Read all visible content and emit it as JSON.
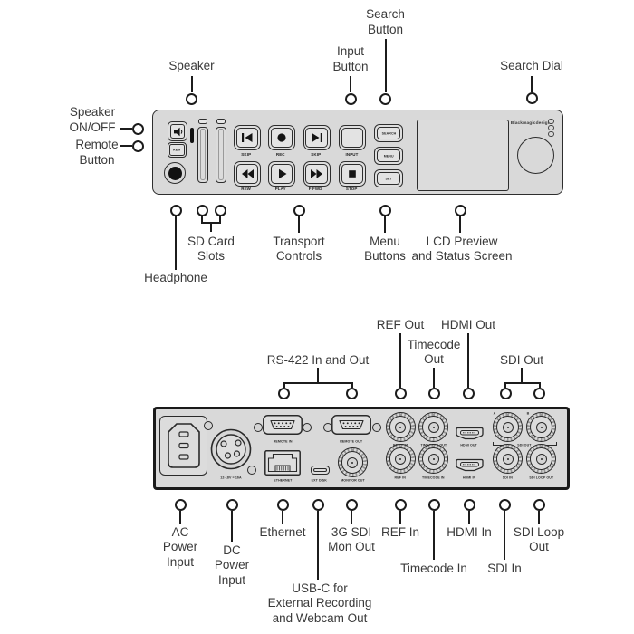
{
  "colors": {
    "panel_fill": "#d9d9d9",
    "panel_border": "#2e2e2e",
    "callout_line": "#1c1c1c",
    "label_text": "#3a3a3a",
    "lcd_fill": "#dcdcdc"
  },
  "front": {
    "panel": {
      "logo": "Blackmagicdesign",
      "rem_button": "REM",
      "search_button": "SEARCH",
      "menu_button": "MENU",
      "set_button": "SET",
      "transport": {
        "skip_back": "SKIP",
        "rec": "REC",
        "skip_fwd": "SKIP",
        "input": "INPUT",
        "rew": "REW",
        "play": "PLAY",
        "ffwd": "F FWD",
        "stop": "STOP"
      }
    },
    "callouts": {
      "speaker": "Speaker",
      "input_button": [
        "Input",
        "Button"
      ],
      "search_button": [
        "Search",
        "Button"
      ],
      "search_dial": "Search Dial",
      "speaker_on_off": [
        "Speaker",
        "ON/OFF"
      ],
      "remote_button": [
        "Remote",
        "Button"
      ],
      "headphone": "Headphone",
      "sd_card_slots": [
        "SD Card",
        "Slots"
      ],
      "transport_controls": [
        "Transport",
        "Controls"
      ],
      "menu_buttons": [
        "Menu",
        "Buttons"
      ],
      "lcd_screen": [
        "LCD Preview",
        "and Status Screen"
      ]
    }
  },
  "rear": {
    "panel": {
      "dc_rating": "12-18V = 16A",
      "remote_in": "REMOTE IN",
      "remote_out": "REMOTE OUT",
      "ethernet": "ETHERNET",
      "ext_disk": "EXT DISK",
      "monitor_out": "MONITOR OUT",
      "ref_out": "REF OUT",
      "timecode_out": "TIMECODE OUT",
      "hdmi_out": "HDMI OUT",
      "sdi_a": "A",
      "sdi_b": "B",
      "sdi_out": "SDI OUT",
      "ref_in": "REF IN",
      "timecode_in": "TIMECODE IN",
      "hdmi_in": "HDMI IN",
      "sdi_in": "SDI IN",
      "sdi_loop_out": "SDI LOOP OUT"
    },
    "callouts": {
      "rs422": "RS-422 In and Out",
      "ref_out": "REF Out",
      "timecode_out": [
        "Timecode",
        "Out"
      ],
      "hdmi_out": "HDMI Out",
      "sdi_out": "SDI Out",
      "ac_power": [
        "AC",
        "Power",
        "Input"
      ],
      "dc_power": [
        "DC",
        "Power",
        "Input"
      ],
      "ethernet": "Ethernet",
      "usb_c": [
        "USB-C for",
        "External Recording",
        "and Webcam Out"
      ],
      "sdi_mon": [
        "3G SDI",
        "Mon Out"
      ],
      "ref_in": "REF In",
      "timecode_in": "Timecode In",
      "hdmi_in": "HDMI In",
      "sdi_in": "SDI In",
      "sdi_loop": [
        "SDI Loop",
        "Out"
      ]
    }
  }
}
